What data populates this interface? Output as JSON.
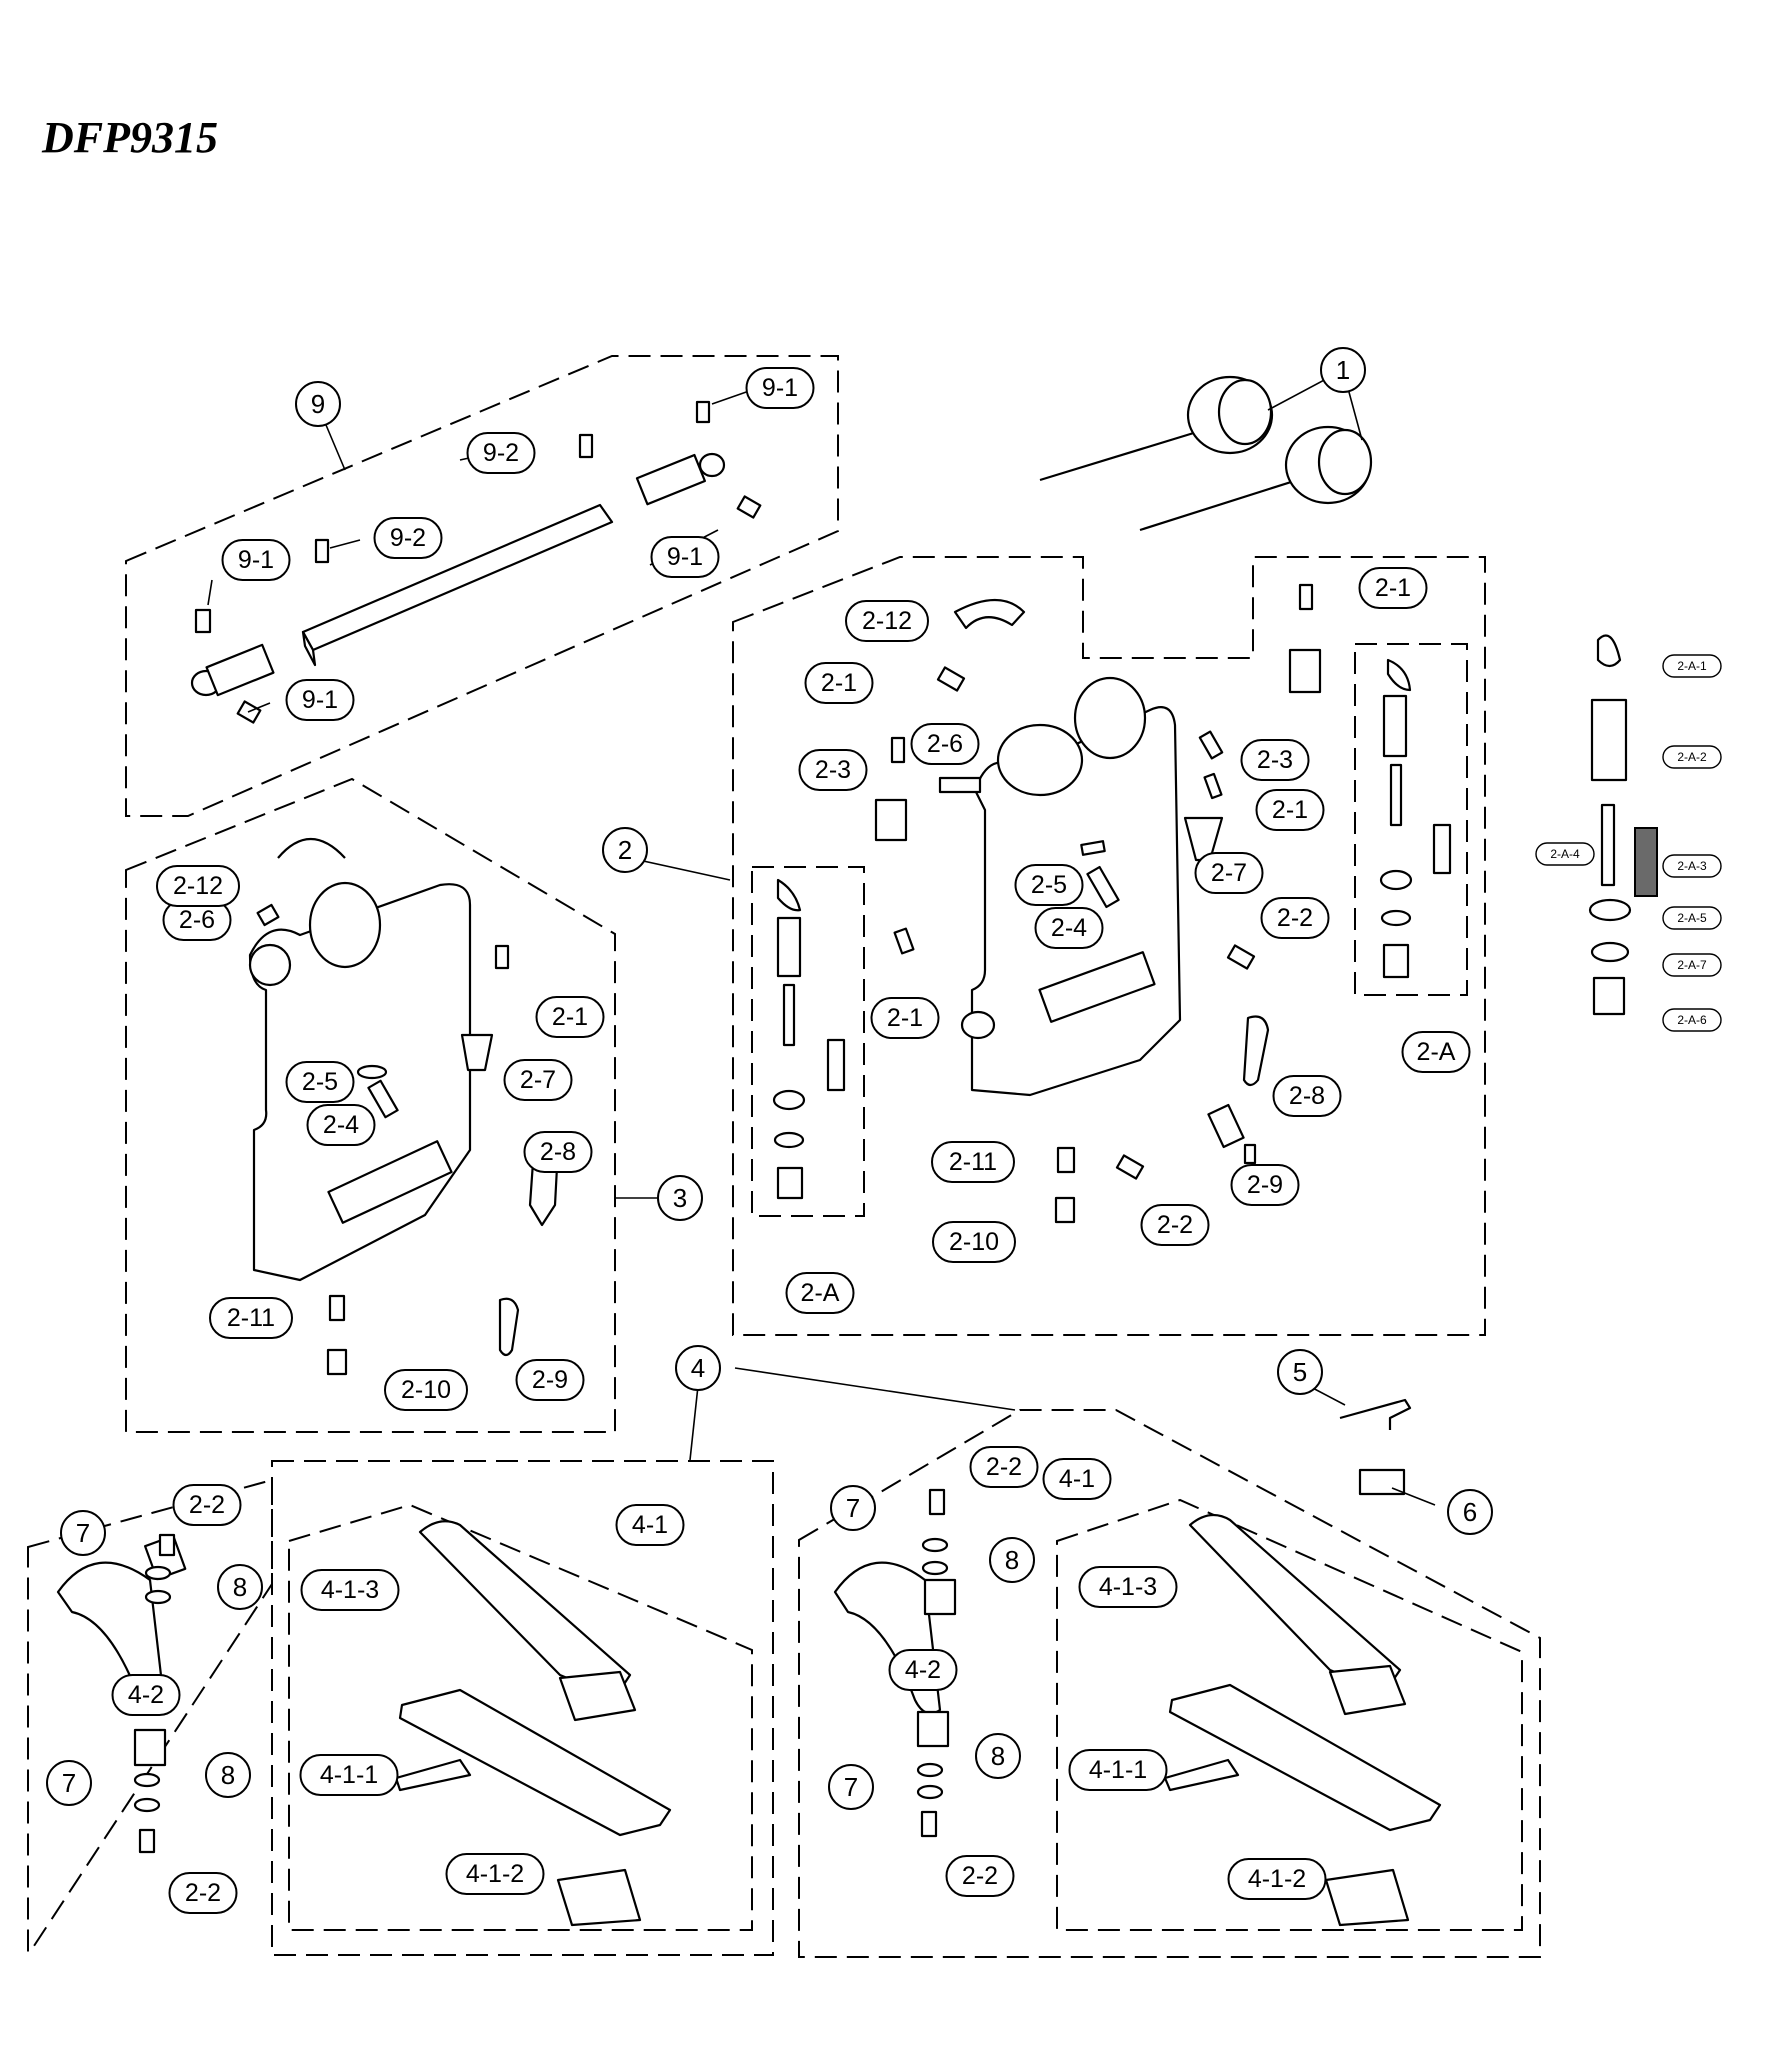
{
  "title": "DFP9315",
  "callouts": [
    {
      "id": "c1",
      "label": "1"
    },
    {
      "id": "c2",
      "label": "2"
    },
    {
      "id": "c2a_left",
      "label": "2-A"
    },
    {
      "id": "c2a_right",
      "label": "2-A"
    },
    {
      "id": "c3",
      "label": "3"
    },
    {
      "id": "c4",
      "label": "4"
    },
    {
      "id": "c5",
      "label": "5"
    },
    {
      "id": "c6",
      "label": "6"
    },
    {
      "id": "c7",
      "label": "7"
    },
    {
      "id": "c8",
      "label": "8"
    },
    {
      "id": "c9",
      "label": "9"
    },
    {
      "id": "c9_1",
      "label": "9-1"
    },
    {
      "id": "c9_2",
      "label": "9-2"
    },
    {
      "id": "c2_1",
      "label": "2-1"
    },
    {
      "id": "c2_2",
      "label": "2-2"
    },
    {
      "id": "c2_3",
      "label": "2-3"
    },
    {
      "id": "c2_4",
      "label": "2-4"
    },
    {
      "id": "c2_5",
      "label": "2-5"
    },
    {
      "id": "c2_6",
      "label": "2-6"
    },
    {
      "id": "c2_7",
      "label": "2-7"
    },
    {
      "id": "c2_8",
      "label": "2-8"
    },
    {
      "id": "c2_9",
      "label": "2-9"
    },
    {
      "id": "c2_10",
      "label": "2-10"
    },
    {
      "id": "c2_11",
      "label": "2-11"
    },
    {
      "id": "c2_12",
      "label": "2-12"
    },
    {
      "id": "c4_1",
      "label": "4-1"
    },
    {
      "id": "c4_1_1",
      "label": "4-1-1"
    },
    {
      "id": "c4_1_2",
      "label": "4-1-2"
    },
    {
      "id": "c4_1_3",
      "label": "4-1-3"
    },
    {
      "id": "c4_2",
      "label": "4-2"
    },
    {
      "id": "c2_A_1",
      "label": "2-A-1"
    },
    {
      "id": "c2_A_2",
      "label": "2-A-2"
    },
    {
      "id": "c2_A_3",
      "label": "2-A-3"
    },
    {
      "id": "c2_A_4",
      "label": "2-A-4"
    },
    {
      "id": "c2_A_5",
      "label": "2-A-5"
    },
    {
      "id": "c2_A_6",
      "label": "2-A-6"
    },
    {
      "id": "c2_A_7",
      "label": "2-A-7"
    }
  ]
}
